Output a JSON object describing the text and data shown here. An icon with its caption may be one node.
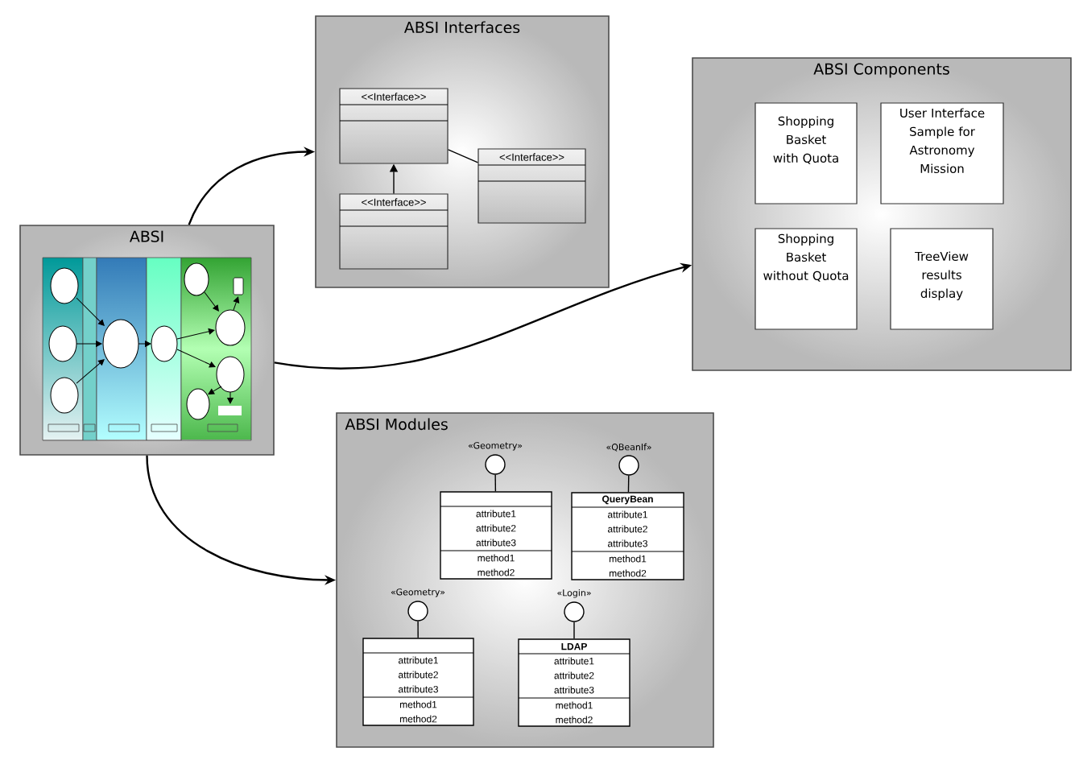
{
  "diagram": {
    "nodes": [
      {
        "text": [
          "ABSI"
        ]
      },
      {
        "text": [
          "ABSI Interfaces"
        ]
      },
      {
        "text": [
          "<<Interface>>"
        ],
        "in": 1
      },
      {
        "text": [
          "<<Interface>>"
        ],
        "in": 1
      },
      {
        "text": [
          "<<Interface>>"
        ],
        "in": 1
      },
      {
        "text": [
          "ABSI Components"
        ]
      },
      {
        "text": [
          "Shopping Basket with Quota"
        ],
        "in": 5
      },
      {
        "text": [
          "User Interface Sample for Astronomy Mission"
        ],
        "in": 5
      },
      {
        "text": [
          "Shopping Basket without Quota"
        ],
        "in": 5
      },
      {
        "text": [
          "TreeView results display"
        ],
        "in": 5
      },
      {
        "text": [
          "ABSI Modules"
        ]
      },
      {
        "text": [],
        "shape": "circle",
        "beside": [
          "«Geometry»"
        ],
        "in": 10
      },
      {
        "text": [
          "attribute1",
          "attribute2",
          "attribute3",
          "method1",
          "method2"
        ],
        "in": 10
      },
      {
        "text": [],
        "shape": "circle",
        "beside": [
          "«QBeanIf»"
        ],
        "in": 10
      },
      {
        "text": [
          "QueryBean",
          "attribute1",
          "attribute2",
          "attribute3",
          "method1",
          "method2"
        ],
        "in": 10
      },
      {
        "text": [],
        "shape": "circle",
        "beside": [
          "«Geometry»"
        ],
        "in": 10
      },
      {
        "text": [
          "attribute1",
          "attribute2",
          "attribute3",
          "method1",
          "method2"
        ],
        "in": 10
      },
      {
        "text": [],
        "shape": "circle",
        "beside": [
          "«Login»"
        ],
        "in": 10
      },
      {
        "text": [
          "LDAP",
          "attribute1",
          "attribute2",
          "attribute3",
          "method1",
          "method2"
        ],
        "in": 10
      }
    ],
    "edges": [
      {
        "from": 0,
        "to": 1,
        "arrow": "to"
      },
      {
        "from": 0,
        "to": 5,
        "arrow": "to"
      },
      {
        "from": 0,
        "to": 10,
        "arrow": "to"
      },
      {
        "from": 4,
        "to": 2,
        "arrow": "to"
      },
      {
        "from": 2,
        "to": 3,
        "arrow": "none"
      },
      {
        "from": 11,
        "to": 12,
        "arrow": "none"
      },
      {
        "from": 13,
        "to": 14,
        "arrow": "none"
      },
      {
        "from": 15,
        "to": 16,
        "arrow": "none"
      },
      {
        "from": 17,
        "to": 18,
        "arrow": "none"
      }
    ]
  }
}
